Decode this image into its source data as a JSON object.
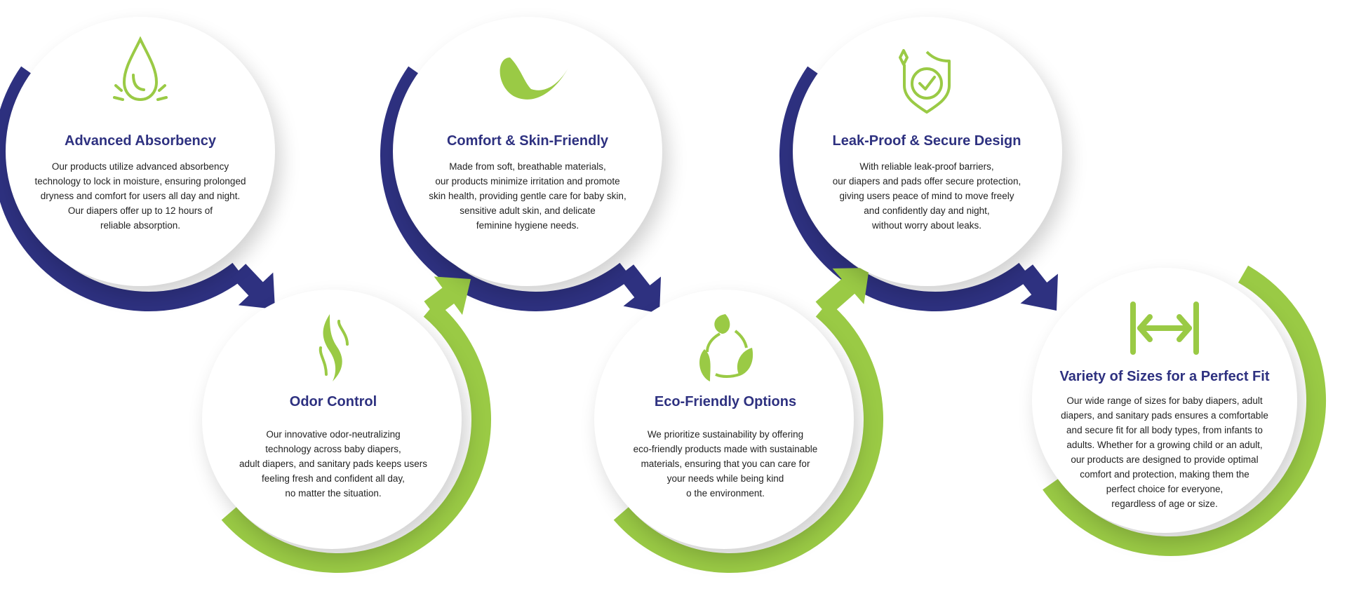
{
  "colors": {
    "navy": "#2e3180",
    "green": "#9aca45",
    "text": "#222222"
  },
  "features": [
    {
      "icon": "water-drop-icon",
      "title": "Advanced Absorbency",
      "lines": [
        "Our products utilize advanced absorbency",
        "technology to lock in moisture, ensuring prolonged",
        "dryness and comfort for users all day and night.",
        "Our diapers offer up to 12 hours of",
        "reliable absorption."
      ]
    },
    {
      "icon": "odor-waves-icon",
      "title": "Odor Control",
      "lines": [
        "Our innovative odor-neutralizing",
        "technology across baby diapers,",
        "adult diapers, and sanitary pads keeps users",
        "feeling fresh and confident all day,",
        "no matter the situation."
      ]
    },
    {
      "icon": "feather-leaf-icon",
      "title": "Comfort & Skin-Friendly",
      "lines": [
        "Made from soft, breathable materials,",
        "our products minimize irritation and promote",
        "skin health, providing gentle care for baby skin,",
        "sensitive adult skin, and delicate",
        "feminine hygiene needs."
      ]
    },
    {
      "icon": "recycle-leaves-icon",
      "title": "Eco-Friendly Options",
      "lines": [
        "We prioritize sustainability by offering",
        "eco-friendly products made with sustainable",
        "materials, ensuring that you can care for",
        "your needs while being kind",
        "o the environment."
      ]
    },
    {
      "icon": "shield-check-icon",
      "title": "Leak-Proof & Secure Design",
      "lines": [
        "With reliable leak-proof barriers,",
        "our diapers and pads offer secure protection,",
        "giving users peace of mind to move freely",
        "and confidently day and night,",
        "without worry about leaks."
      ]
    },
    {
      "icon": "width-arrows-icon",
      "title": "Variety of Sizes for a Perfect Fit",
      "lines": [
        "Our wide range of sizes for baby diapers, adult",
        "diapers, and sanitary pads ensures a comfortable",
        "and secure fit for all body types, from infants to",
        "adults. Whether for a growing child or an adult,",
        "our products are designed to provide optimal",
        "comfort and protection, making them the",
        "perfect choice for everyone,",
        "regardless of age or size."
      ]
    }
  ]
}
